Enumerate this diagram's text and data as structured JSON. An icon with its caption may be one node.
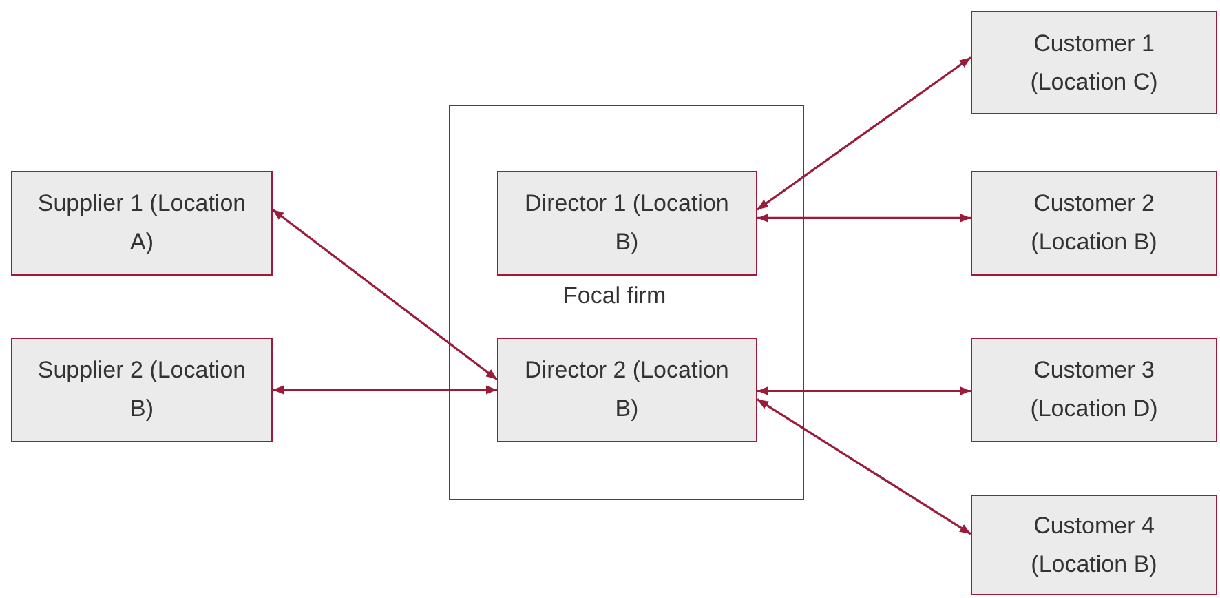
{
  "diagram": {
    "nodes": [
      {
        "text": [
          "Supplier 1 (Location A)"
        ]
      },
      {
        "text": [
          "Supplier 2 (Location B)"
        ]
      },
      {
        "text": [
          "Focal firm"
        ]
      },
      {
        "text": [
          "Director 1 (Location B)"
        ],
        "in": 2
      },
      {
        "text": [
          "Director 2 (Location B)"
        ],
        "in": 2
      },
      {
        "text": [
          "Customer 1 (Location C)"
        ]
      },
      {
        "text": [
          "Customer 2 (Location B)"
        ]
      },
      {
        "text": [
          "Customer 3 (Location D)"
        ]
      },
      {
        "text": [
          "Customer 4 (Location B)"
        ]
      }
    ],
    "edges": [
      {
        "from": 0,
        "to": 4,
        "arrow": "both"
      },
      {
        "from": 1,
        "to": 4,
        "arrow": "both"
      },
      {
        "from": 3,
        "to": 5,
        "arrow": "both"
      },
      {
        "from": 3,
        "to": 6,
        "arrow": "both"
      },
      {
        "from": 4,
        "to": 7,
        "arrow": "both"
      },
      {
        "from": 4,
        "to": 8,
        "arrow": "both"
      }
    ]
  }
}
